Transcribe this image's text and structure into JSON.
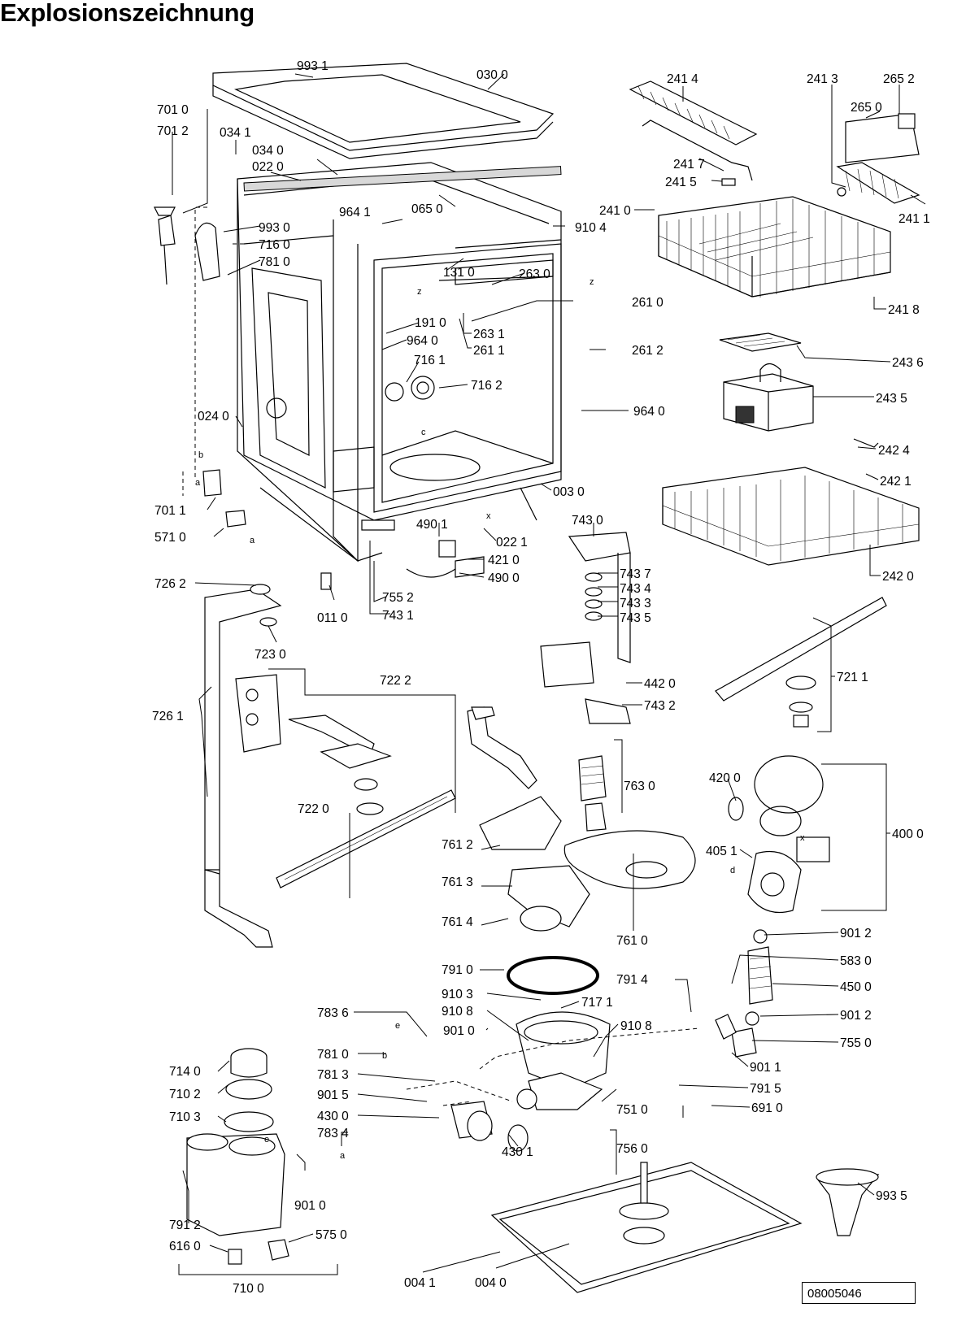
{
  "title": "Explosionszeichnung",
  "document_number": "08005046",
  "part_labels": [
    "993 1",
    "030 0",
    "701 0",
    "701 2",
    "034 1",
    "034 0",
    "022 0",
    "964 1",
    "065 0",
    "910 4",
    "993 0",
    "716 0",
    "781 0",
    "131 0",
    "263 0",
    "261 0",
    "263 1",
    "261 1",
    "191 0",
    "964 0",
    "261 2",
    "716 1",
    "716 2",
    "964 0",
    "024 0",
    "003 0",
    "701 1",
    "571 0",
    "022 1",
    "490 1",
    "743 0",
    "421 0",
    "490 0",
    "726 2",
    "755 2",
    "743 1",
    "011 0",
    "743 7",
    "743 4",
    "743 3",
    "743 5",
    "723 0",
    "722 2",
    "442 0",
    "743 2",
    "726 1",
    "722 0",
    "763 0",
    "761 2",
    "761 3",
    "761 4",
    "761 0",
    "791 0",
    "910 3",
    "910 8",
    "910 8",
    "791 4",
    "717 1",
    "783 6",
    "901 0",
    "781 0",
    "781 3",
    "901 5",
    "430 0",
    "714 0",
    "710 2",
    "710 3",
    "783 4",
    "901 0",
    "791 2",
    "616 0",
    "575 0",
    "710 0",
    "430 1",
    "751 0",
    "756 0",
    "004 1",
    "004 0",
    "241 4",
    "241 3",
    "265 2",
    "265 0",
    "241 7",
    "241 5",
    "241 0",
    "241 1",
    "241 8",
    "243 6",
    "243 5",
    "242 4",
    "242 1",
    "242 0",
    "721 1",
    "420 0",
    "405 1",
    "400 0",
    "901 2",
    "583 0",
    "450 0",
    "901 2",
    "755 0",
    "901 1",
    "791 5",
    "691 0",
    "993 5"
  ],
  "reference_letters": [
    "z",
    "z",
    "c",
    "b",
    "a",
    "a",
    "x",
    "x",
    "d",
    "e",
    "e",
    "b",
    "a"
  ]
}
